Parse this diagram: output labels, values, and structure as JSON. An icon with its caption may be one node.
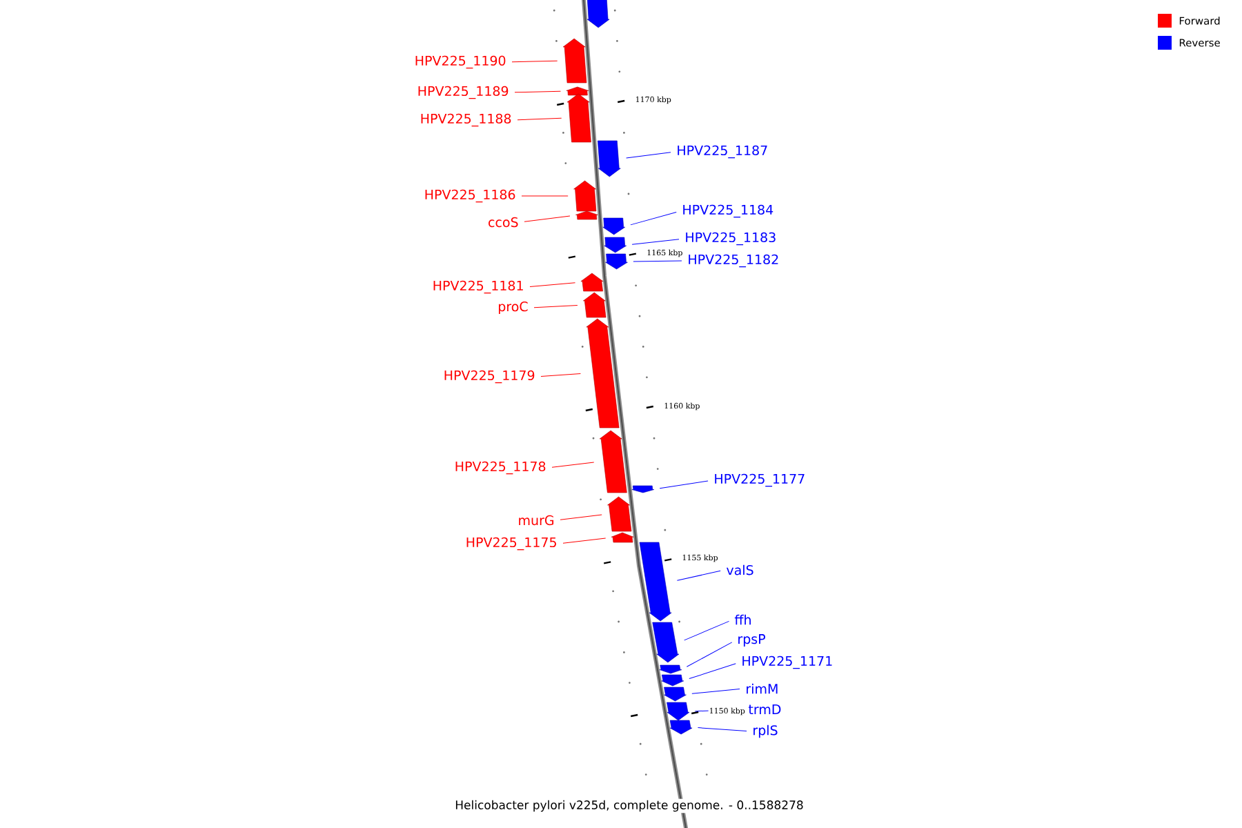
{
  "diagram": {
    "caption": "Helicobacter pylori v225d, complete genome. - 0..1588278",
    "nodes": [
      {
        "text": [],
        "shape": "arrow"
      },
      {
        "text": [
          "HPV225_1190"
        ]
      },
      {
        "text": [],
        "shape": "arrow"
      },
      {
        "text": [
          "HPV225_1189"
        ]
      },
      {
        "text": [],
        "shape": "arrow"
      },
      {
        "text": [
          "HPV225_1188"
        ]
      },
      {
        "text": [],
        "shape": "arrow"
      },
      {
        "text": [
          "HPV225_1187"
        ]
      },
      {
        "text": [],
        "shape": "arrow"
      },
      {
        "text": [
          "HPV225_1186"
        ]
      },
      {
        "text": [],
        "shape": "arrow"
      },
      {
        "text": [
          "HPV225_1184"
        ]
      },
      {
        "text": [],
        "shape": "arrow"
      },
      {
        "text": [
          "ccoS"
        ]
      },
      {
        "text": [],
        "shape": "arrow"
      },
      {
        "text": [
          "HPV225_1183"
        ]
      },
      {
        "text": [],
        "shape": "arrow"
      },
      {
        "text": [
          "HPV225_1182"
        ]
      },
      {
        "text": [],
        "shape": "arrow"
      },
      {
        "text": [
          "HPV225_1181"
        ]
      },
      {
        "text": [],
        "shape": "arrow"
      },
      {
        "text": [
          "proC"
        ]
      },
      {
        "text": [],
        "shape": "arrow"
      },
      {
        "text": [
          "HPV225_1179"
        ]
      },
      {
        "text": [],
        "shape": "arrow"
      },
      {
        "text": [
          "HPV225_1178"
        ]
      },
      {
        "text": [],
        "shape": "arrow"
      },
      {
        "text": [
          "HPV225_1177"
        ]
      },
      {
        "text": [],
        "shape": "arrow"
      },
      {
        "text": [
          "murG"
        ]
      },
      {
        "text": [],
        "shape": "arrow"
      },
      {
        "text": [
          "HPV225_1175"
        ]
      },
      {
        "text": [],
        "shape": "arrow"
      },
      {
        "text": [
          "valS"
        ]
      },
      {
        "text": [],
        "shape": "arrow"
      },
      {
        "text": [
          "ffh"
        ]
      },
      {
        "text": [],
        "shape": "arrow"
      },
      {
        "text": [
          "rpsP"
        ]
      },
      {
        "text": [],
        "shape": "arrow"
      },
      {
        "text": [
          "HPV225_1171"
        ]
      },
      {
        "text": [],
        "shape": "arrow"
      },
      {
        "text": [
          "rimM"
        ]
      },
      {
        "text": [],
        "shape": "arrow"
      },
      {
        "text": [
          "trmD"
        ]
      },
      {
        "text": [],
        "shape": "arrow"
      },
      {
        "text": [
          "rplS"
        ]
      },
      {
        "text": [],
        "shape": "arrow"
      }
    ],
    "edges": [
      {
        "from": 1,
        "to": 2,
        "arrow": "none",
        "color": "#ff0000"
      },
      {
        "from": 3,
        "to": 4,
        "arrow": "none",
        "color": "#ff0000"
      },
      {
        "from": 5,
        "to": 6,
        "arrow": "none",
        "color": "#ff0000"
      },
      {
        "from": 7,
        "to": 8,
        "arrow": "none"
      },
      {
        "from": 9,
        "to": 10,
        "arrow": "none",
        "color": "#ff0000"
      },
      {
        "from": 11,
        "to": 12,
        "arrow": "none"
      },
      {
        "from": 13,
        "to": 14,
        "arrow": "none",
        "color": "#ff0000"
      },
      {
        "from": 15,
        "to": 16,
        "arrow": "none"
      },
      {
        "from": 17,
        "to": 18,
        "arrow": "none"
      },
      {
        "from": 19,
        "to": 20,
        "arrow": "none",
        "color": "#ff0000"
      },
      {
        "from": 21,
        "to": 22,
        "arrow": "none",
        "color": "#ff0000"
      },
      {
        "from": 23,
        "to": 24,
        "arrow": "none",
        "color": "#ff0000"
      },
      {
        "from": 25,
        "to": 26,
        "arrow": "none",
        "color": "#ff0000"
      },
      {
        "from": 27,
        "to": 28,
        "arrow": "none"
      },
      {
        "from": 29,
        "to": 30,
        "arrow": "none",
        "color": "#ff0000"
      },
      {
        "from": 31,
        "to": 32,
        "arrow": "none",
        "color": "#ff0000"
      },
      {
        "from": 33,
        "to": 34,
        "arrow": "none"
      },
      {
        "from": 35,
        "to": 36,
        "arrow": "none"
      },
      {
        "from": 37,
        "to": 38,
        "arrow": "none"
      },
      {
        "from": 39,
        "to": 40,
        "arrow": "none"
      },
      {
        "from": 41,
        "to": 42,
        "arrow": "none"
      },
      {
        "from": 43,
        "to": 44,
        "arrow": "none"
      },
      {
        "from": 45,
        "to": 46,
        "arrow": "none"
      }
    ],
    "labels": [
      "1170 kbp",
      "1165 kbp",
      "1160 kbp",
      "1155 kbp",
      "1150 kbp"
    ],
    "legend": [
      {
        "text": "Forward",
        "color": "#ff0000"
      },
      {
        "text": "Reverse",
        "color": "#0000ff"
      }
    ]
  }
}
